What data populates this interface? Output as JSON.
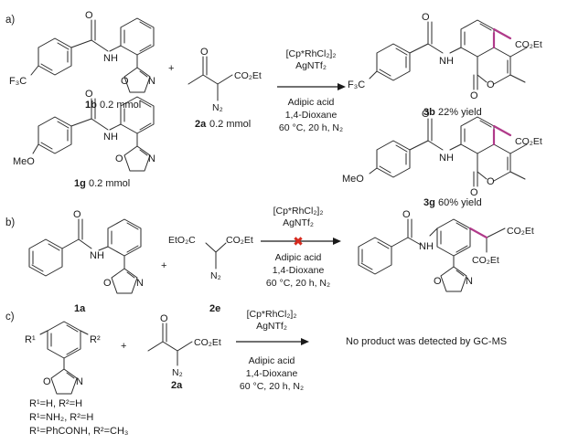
{
  "sections": [
    {
      "label": "a)"
    },
    {
      "label": "b)"
    },
    {
      "label": "c)"
    }
  ],
  "a": {
    "cf3": "F₃C",
    "nh": "NH",
    "o": "O",
    "n": "N",
    "cmp1b": "1b",
    "cmp1b_amt": "0.2 mmol",
    "plus": "+",
    "meo": "MeO",
    "cmp1g": "1g",
    "cmp1g_amt": "0.2 mmol",
    "co2et": "CO₂Et",
    "n2": "N₂",
    "cmp2a": "2a",
    "cmp2a_amt": "0.2 mmol",
    "cond1": "[Cp*RhCl₂]₂",
    "cond2": "AgNTf₂",
    "cond3": "Adipic acid",
    "cond4": "1,4-Dioxane",
    "cond5": "60 °C, 20 h, N₂",
    "cmp3b": "3b",
    "cmp3b_yield": "22% yield",
    "cmp3g": "3g",
    "cmp3g_yield": "60% yield"
  },
  "b": {
    "cmp1a": "1a",
    "eto2c": "EtO₂C",
    "co2et": "CO₂Et",
    "n2": "N₂",
    "cmp2e": "2e",
    "plus": "+",
    "cond1": "[Cp*RhCl₂]₂",
    "cond2": "AgNTf₂",
    "cond3": "Adipic acid",
    "cond4": "1,4-Dioxane",
    "cond5": "60 °C, 20 h, N₂",
    "fail_mark": "✖"
  },
  "c": {
    "r1": "R¹",
    "r2": "R²",
    "plus": "+",
    "co2et": "CO₂Et",
    "n2": "N₂",
    "cmp2a": "2a",
    "cond1": "[Cp*RhCl₂]₂",
    "cond2": "AgNTf₂",
    "cond3": "Adipic acid",
    "cond4": "1,4-Dioxane",
    "cond5": "60 °C, 20 h, N₂",
    "result": "No product was detected by GC-MS",
    "subst1": "R¹=H, R²=H",
    "subst2": "R¹=NH₂, R²=H",
    "subst3": "R¹=PhCONH, R²=CH₃"
  },
  "colors": {
    "new_bond": "#b03a8a",
    "fail_cross": "#d62a1e"
  }
}
